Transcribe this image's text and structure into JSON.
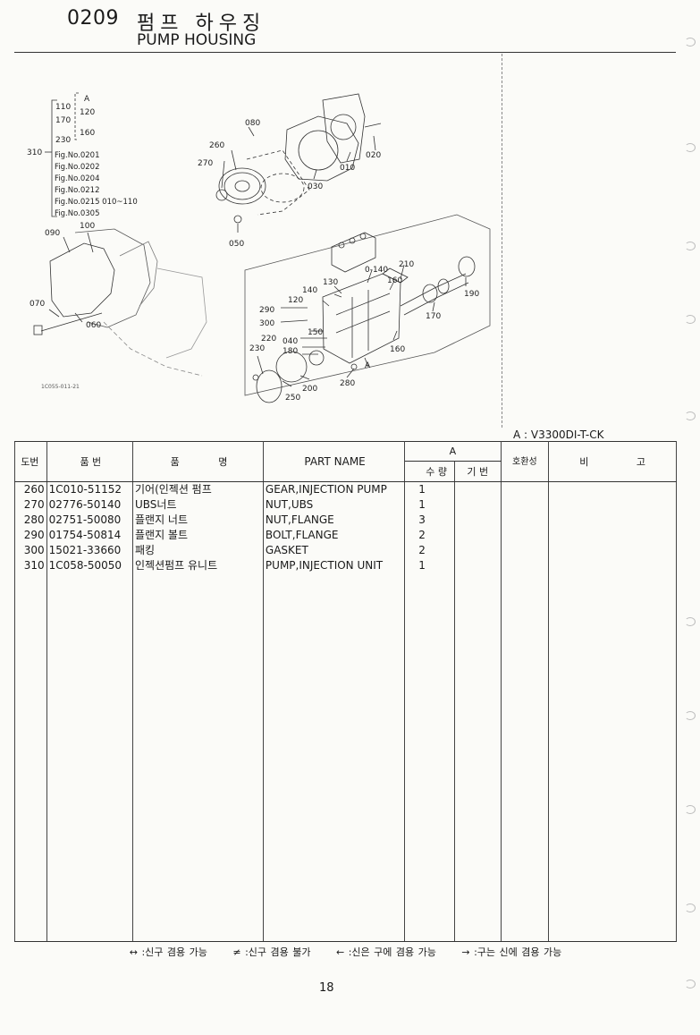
{
  "header": {
    "code": "0209",
    "title_kr": "펌프 하우징",
    "title_en": "PUMP HOUSING"
  },
  "diagram": {
    "figure_code": "1C055-011-21",
    "legend_labels": [
      "A",
      "110",
      "120",
      "170",
      "160",
      "230",
      "310",
      "Fig.No.0201",
      "Fig.No.0202",
      "Fig.No.0204",
      "Fig.No.0212",
      "Fig.No.0215 010~110",
      "Fig.No.0305"
    ],
    "callouts": [
      "080",
      "260",
      "270",
      "020",
      "010",
      "030",
      "050",
      "090",
      "100",
      "070",
      "060",
      "210",
      "0-140",
      "160",
      "130",
      "140",
      "120",
      "190",
      "170",
      "290",
      "300",
      "150",
      "220",
      "040",
      "230",
      "180",
      "160",
      "A",
      "280",
      "200",
      "250"
    ]
  },
  "model": "A : V3300DI-T-CK",
  "table": {
    "headers": {
      "no": "도번",
      "part_no": "품 번",
      "name_kr": "품 명",
      "name_en": "PART NAME",
      "group_a": "A",
      "qty": "수 량",
      "symbol": "기 번",
      "compat": "호환성",
      "remark": "비 고"
    },
    "rows": [
      {
        "no": "260",
        "part_no": "1C010-51152",
        "name_kr": "기어(인젝션 펌프",
        "name_en": "GEAR,INJECTION PUMP",
        "qty": "1"
      },
      {
        "no": "270",
        "part_no": "02776-50140",
        "name_kr": "UBS너트",
        "name_en": "NUT,UBS",
        "qty": "1"
      },
      {
        "no": "280",
        "part_no": "02751-50080",
        "name_kr": "플랜지 너트",
        "name_en": "NUT,FLANGE",
        "qty": "3"
      },
      {
        "no": "290",
        "part_no": "01754-50814",
        "name_kr": "플랜지 볼트",
        "name_en": "BOLT,FLANGE",
        "qty": "2"
      },
      {
        "no": "300",
        "part_no": "15021-33660",
        "name_kr": "패킹",
        "name_en": "GASKET",
        "qty": "2"
      },
      {
        "no": "310",
        "part_no": "1C058-50050",
        "name_kr": "인젝션펌프 유니트",
        "name_en": "PUMP,INJECTION UNIT",
        "qty": "1"
      }
    ]
  },
  "legend": [
    "↔ :신구 겸용 가능",
    "≠ :신구 겸용 불가",
    "← :신은 구에 겸용 가능",
    "→ :구는 신에 겸용 가능"
  ],
  "page_number": "18"
}
